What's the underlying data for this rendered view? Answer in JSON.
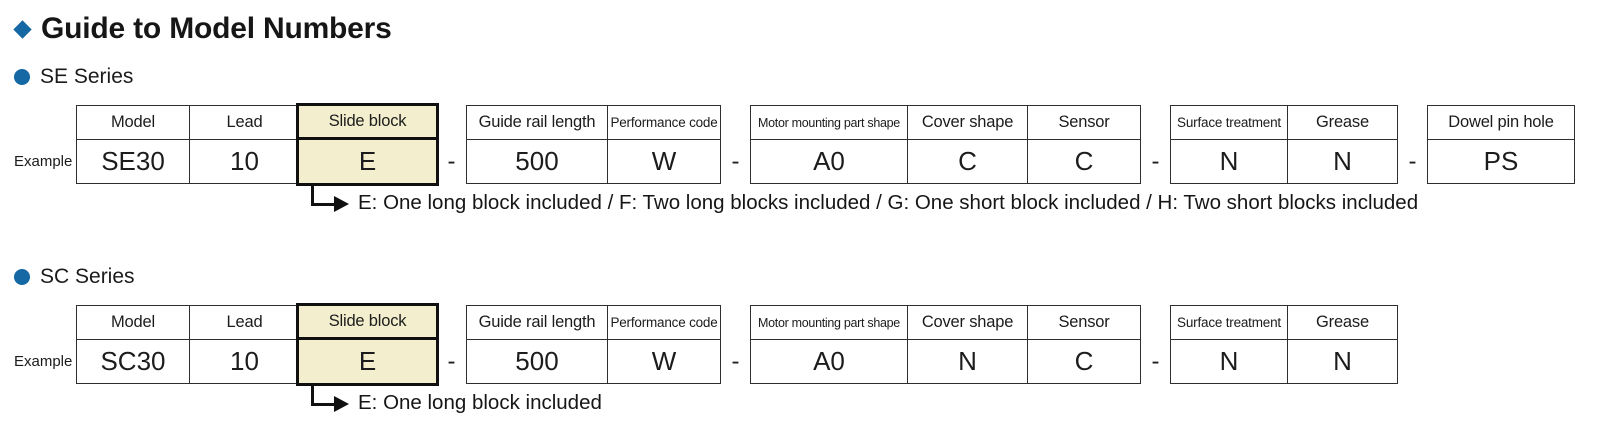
{
  "page": {
    "title": "Guide to Model Numbers"
  },
  "colors": {
    "accent_blue": "#1668a4",
    "highlight_cream": "#f3eecd",
    "border_black": "#101010"
  },
  "separator": "-",
  "sections": [
    {
      "heading": "SE Series",
      "example_label": "Example",
      "groups": [
        {
          "columns": [
            {
              "header": "Model",
              "value": "SE30"
            },
            {
              "header": "Lead",
              "value": "10"
            },
            {
              "header": "Slide block",
              "value": "E",
              "highlighted": true
            }
          ]
        },
        {
          "columns": [
            {
              "header": "Guide rail length",
              "value": "500"
            },
            {
              "header": "Performance code",
              "value": "W"
            }
          ]
        },
        {
          "columns": [
            {
              "header": "Motor mounting part shape",
              "value": "A0"
            },
            {
              "header": "Cover shape",
              "value": "C"
            },
            {
              "header": "Sensor",
              "value": "C"
            }
          ]
        },
        {
          "columns": [
            {
              "header": "Surface treatment",
              "value": "N"
            },
            {
              "header": "Grease",
              "value": "N"
            }
          ]
        },
        {
          "columns": [
            {
              "header": "Dowel pin hole",
              "value": "PS"
            }
          ]
        }
      ],
      "annotation": "E: One long block included / F: Two long blocks included / G: One short block included / H: Two short blocks included"
    },
    {
      "heading": "SC Series",
      "example_label": "Example",
      "groups": [
        {
          "columns": [
            {
              "header": "Model",
              "value": "SC30"
            },
            {
              "header": "Lead",
              "value": "10"
            },
            {
              "header": "Slide block",
              "value": "E",
              "highlighted": true
            }
          ]
        },
        {
          "columns": [
            {
              "header": "Guide rail length",
              "value": "500"
            },
            {
              "header": "Performance code",
              "value": "W"
            }
          ]
        },
        {
          "columns": [
            {
              "header": "Motor mounting part shape",
              "value": "A0"
            },
            {
              "header": "Cover shape",
              "value": "N"
            },
            {
              "header": "Sensor",
              "value": "C"
            }
          ]
        },
        {
          "columns": [
            {
              "header": "Surface treatment",
              "value": "N"
            },
            {
              "header": "Grease",
              "value": "N"
            }
          ]
        }
      ],
      "annotation": "E: One long block included"
    }
  ]
}
